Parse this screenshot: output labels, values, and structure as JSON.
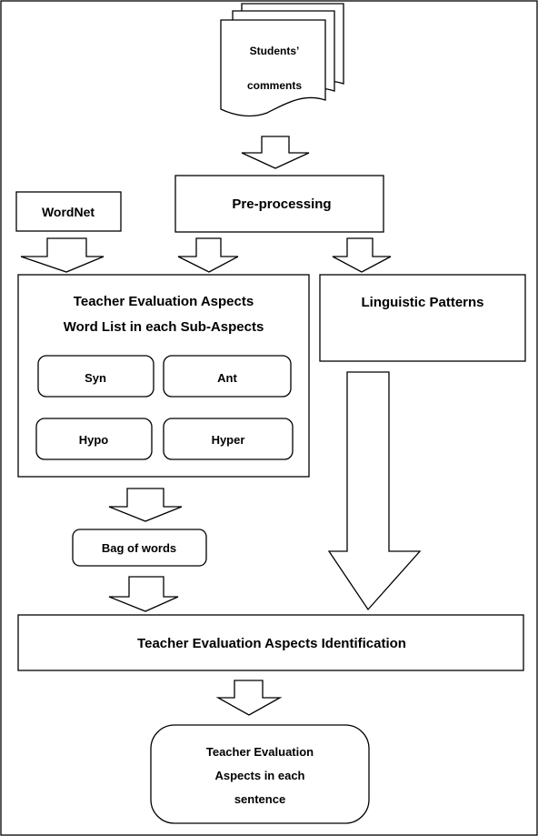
{
  "diagram": {
    "students_comments": {
      "line1": "Students’",
      "line2": "comments"
    },
    "preprocessing": "Pre-processing",
    "wordnet": "WordNet",
    "aspects_wordlist": {
      "line1": "Teacher Evaluation Aspects",
      "line2": "Word List in each Sub-Aspects"
    },
    "relations": {
      "syn": "Syn",
      "ant": "Ant",
      "hypo": "Hypo",
      "hyper": "Hyper"
    },
    "linguistic_patterns": "Linguistic Patterns",
    "bag_of_words": "Bag of words",
    "identification": "Teacher Evaluation Aspects Identification",
    "output": {
      "line1": "Teacher Evaluation",
      "line2": "Aspects in each",
      "line3": "sentence"
    }
  }
}
